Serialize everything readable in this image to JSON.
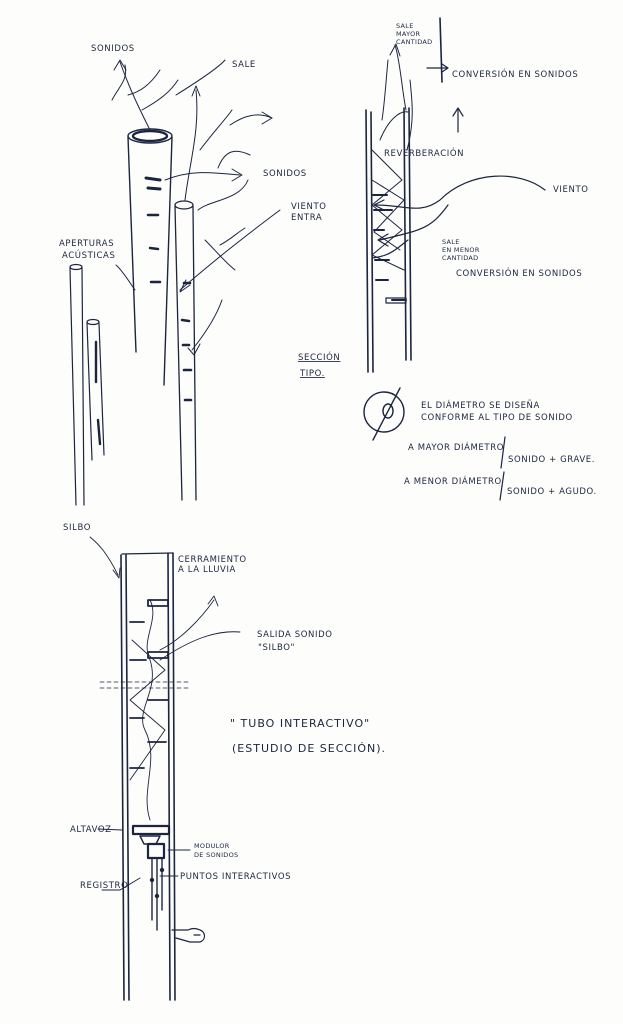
{
  "top_left_sketch": {
    "sonidos_top": "Sonidos",
    "sale": "SALE",
    "sonidos_mid": "Sonidos",
    "viento_entra_1": "VIENTO",
    "viento_entra_2": "ENTRA",
    "aperturas_1": "APERTURAS",
    "aperturas_2": "ACÚSTICAS"
  },
  "section_sketch": {
    "sale_mayor_1": "SALE",
    "sale_mayor_2": "MAYOR",
    "sale_mayor_3": "CANTIDAD",
    "conversion_top": "CONVERSIÓN EN SONIDOS",
    "reverberacion": "REVERBERACIÓN",
    "viento": "VIENTO",
    "sale_menor_1": "SALE",
    "sale_menor_2": "EN MENOR",
    "sale_menor_3": "CANTIDAD",
    "conversion_bottom": "CONVERSIÓN EN SONIDOS",
    "seccion_1": "SECCIÓN",
    "seccion_2": "TIPO."
  },
  "diameter_notes": {
    "line1": "EL DIÁMETRO SE DISEÑA",
    "line2": "CONFORME AL TIPO DE SONIDO",
    "mayor_a": "A MAYOR DIÁMETRO",
    "mayor_b": "SONIDO + GRAVE.",
    "menor_a": "A MENOR DIÁMETRO",
    "menor_b": "SONIDO + AGUDO."
  },
  "bottom_sketch": {
    "silbo": "SILBO",
    "cerramiento_1": "CERRAMIENTO",
    "cerramiento_2": "A LA LLUVIA",
    "salida_1": "SALIDA SONIDO",
    "salida_2": "\"SILBO\"",
    "altavoz": "ALTAVOZ",
    "modulo_1": "MODULOR",
    "modulo_2": "DE SONIDOS",
    "registro": "REGISTRO",
    "puntos": "PUNTOS INTERACTIVOS"
  },
  "title": {
    "main": "\" TUBO INTERACTIVO\"",
    "sub": "(ESTUDIO DE SECCIÓN)."
  }
}
